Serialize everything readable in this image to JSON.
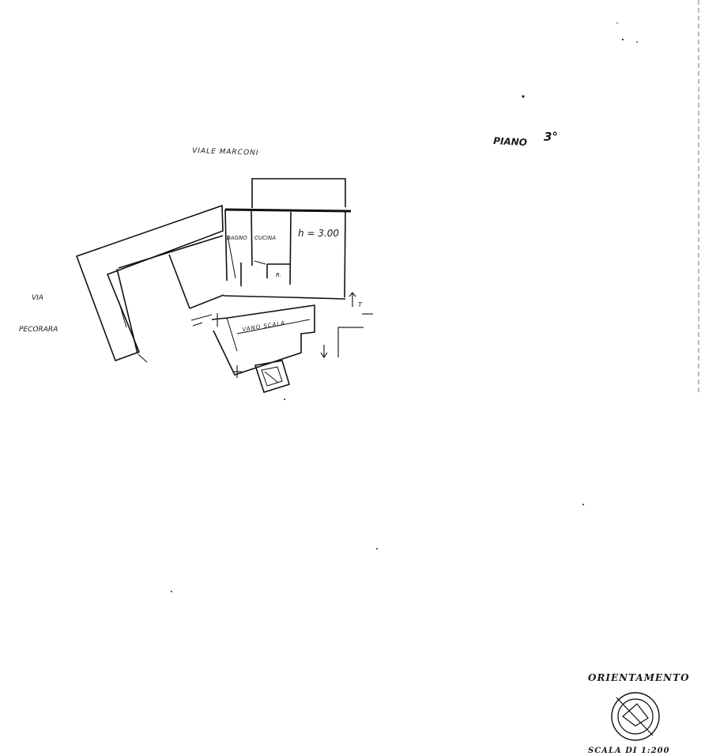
{
  "floor_label": "PIANO",
  "floor_number": "3°",
  "street_top": "VIALE  MARCONI",
  "street_left_line1": "VIA",
  "street_left_line2": "PECORARA",
  "room_bathroom": "BAGNO",
  "room_kitchen": "CUCINA",
  "height_note": "h = 3.00",
  "stair_label": "VANO SCALA",
  "room_r": "R.",
  "dimension_marker": "T",
  "orientation_title": "ORIENTAMENTO",
  "scale_label": "SCALA DI 1:200"
}
